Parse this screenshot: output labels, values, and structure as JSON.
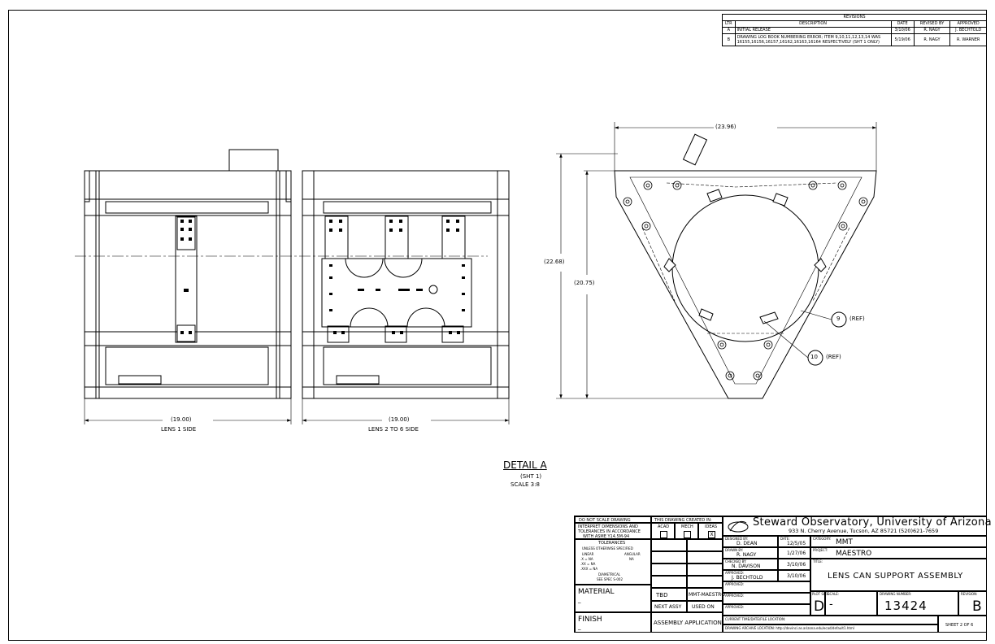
{
  "revisions": {
    "title": "REVISIONS",
    "headers": [
      "LTR",
      "DESCRIPTION",
      "DATE",
      "REVISED BY",
      "APPROVED"
    ],
    "rows": [
      {
        "ltr": "A",
        "desc": "INITIAL RELEASE",
        "date": "3/10/06",
        "by": "R. NAGY",
        "approved": "J. BECHTOLD"
      },
      {
        "ltr": "B",
        "desc": "DRAWING LOG BOOK NUMBERING ERROR; ITEM 9,10,11,12,13,14 WAS 16155,16156,16157,16162,16163,16164 RESPECTIVELY (SHT 1 ONLY)",
        "date": "5/19/06",
        "by": "R. NAGY",
        "approved": "R. WARNER"
      }
    ]
  },
  "views": {
    "lens1_dim": "(19.00)",
    "lens1_label": "LENS 1 SIDE",
    "lens26_dim": "(19.00)",
    "lens26_label": "LENS 2 TO 6 SIDE",
    "width_dim": "(23.96)",
    "height_outer_dim": "(22.68)",
    "height_inner_dim": "(20.75)",
    "balloon_9": "9",
    "balloon_10": "10",
    "ref": "(REF)"
  },
  "detail": {
    "title": "DETAIL A",
    "sheet": "(SHT 1)",
    "scale": "SCALE 3:8"
  },
  "titleblock": {
    "no_scale": "DO NOT SCALE DRAWING",
    "interpret": [
      "INTERPRET DIMENSIONS AND",
      "TOLERANCES IN ACCORDANCE",
      "WITH ASME Y14.5M-94"
    ],
    "tolerances": "TOLERANCES",
    "unless": "UNLESS OTHERWISE SPECIFIED",
    "linear": "LINEAR",
    "angular": "ANGULAR",
    "tol_x": ".X  = NA",
    "tol_xx": ".XX  = NA",
    "tol_xxx": ".XXX = NA",
    "tol_ang": "NA",
    "diametrical": "DIAMETRICAL",
    "see_spec": "SEE SPEC S-002",
    "material_label": "MATERIAL",
    "material_value": "_",
    "finish_label": "FINISH",
    "finish_value": "_",
    "created_in": "THIS DRAWING CREATED IN:",
    "acad": "ACAD",
    "mech": "MECH",
    "ideas": "IDEAS",
    "ideas_mark": "X",
    "tbd": "TBD",
    "next_assy_value": "MMT-MAESTRO",
    "next_assy": "NEXT ASSY",
    "used_on": "USED ON",
    "assembly_app": "ASSEMBLY APPLICATION",
    "org": "Steward Observatory, University of Arizona",
    "address": "933 N. Cherry Avenue, Tucson, AZ  85721   (520)621-7659",
    "designed_by_label": "DESIGNED BY:",
    "designed_by": "D. DEAN",
    "date_label": "DATE:",
    "designed_date": "12/5/05",
    "drawn_by_label": "DRAWN BY:",
    "drawn_by": "R. NAGY",
    "drawn_date": "1/27/06",
    "checked_by_label": "CHECKED BY:",
    "checked_by": "N. DAVISON",
    "checked_date": "3/10/06",
    "approved_label": "APPROVED:",
    "approved_by": "J. BECHTOLD",
    "approved_date": "3/10/06",
    "category_label": "CATEGORY:",
    "category": "MMT",
    "project_label": "PROJECT:",
    "project": "MAESTRO",
    "title_label": "TITLE:",
    "title": "LENS CAN SUPPORT ASSEMBLY",
    "plot_size_label": "PLOT SIZE",
    "plot_size": "D",
    "scale_label": "SCALE:",
    "scale": "-",
    "drawing_number_label": "DRAWING NUMBER:",
    "drawing_number": "13424",
    "revision_label": "REVISION:",
    "revision": "B",
    "current_time_label": "CURRENT TIME/DATE/FILE LOCATION:",
    "archive": "DRAWING ARCHIVE LOCATION: http://devinci.as.arizona.edu/ecad/default1.html",
    "sheet": "SHEET 2 OF 6"
  }
}
